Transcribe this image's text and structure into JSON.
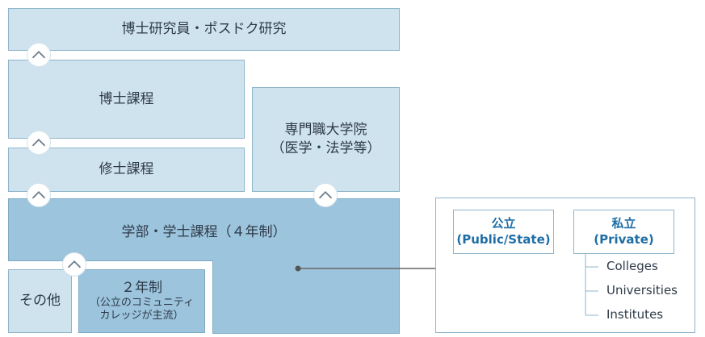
{
  "boxes": {
    "postdoc": "博士研究員・ポスドク研究",
    "doctoral": "博士課程",
    "masters": "修士課程",
    "professional_line1": "専門職大学院",
    "professional_line2": "（医学・法学等）",
    "undergraduate": "学部・学士課程（４年制）",
    "other": "その他",
    "two_year_title": "２年制",
    "two_year_line1": "（公立のコミュニティ",
    "two_year_line2": "カレッジが主流）"
  },
  "institution_types": {
    "public_line1": "公立",
    "public_line2": "(Public/State)",
    "private_line1": "私立",
    "private_line2": "(Private)",
    "private_subtypes": [
      "Colleges",
      "Universities",
      "Institutes"
    ]
  },
  "colors": {
    "light_box": "#cfe3ee",
    "dark_box": "#9cc4dd",
    "border": "#8fb5cb",
    "accent_text": "#1e6ea5"
  },
  "icons": [
    "chevron-up-icon"
  ]
}
